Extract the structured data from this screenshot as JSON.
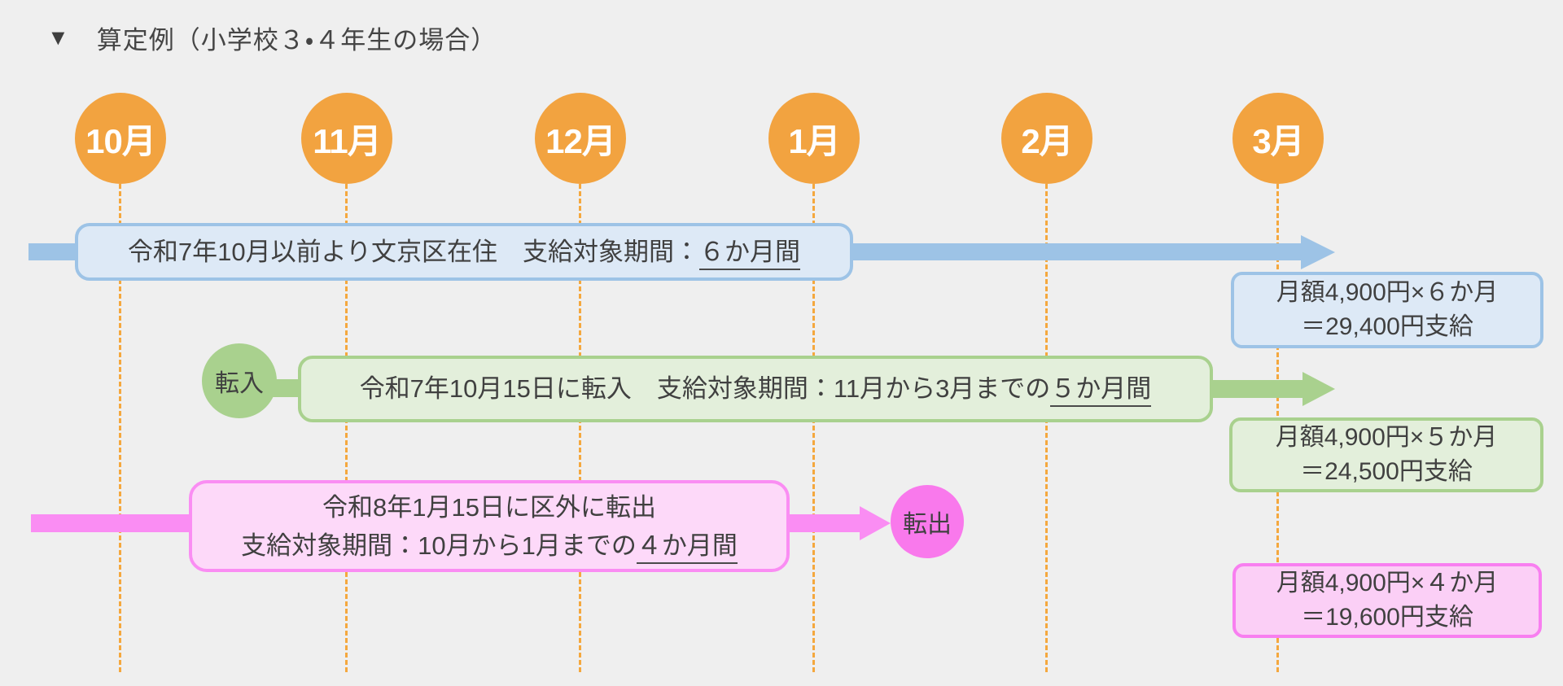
{
  "title": {
    "marker": "▼",
    "text": "算定例（小学校３・４年生の場合）"
  },
  "months": [
    "10月",
    "11月",
    "12月",
    "1月",
    "2月",
    "3月"
  ],
  "scenarios": {
    "resident": {
      "bar_text": "令和7年10月以前より文京区在住　支給対象期間：",
      "bar_text_underlined": "６か月間",
      "amount_line1": "月額4,900円×６か月",
      "amount_line2": "＝29,400円支給"
    },
    "move_in": {
      "badge": "転入",
      "bar_text": "令和7年10月15日に転入　支給対象期間：11月から3月までの",
      "bar_text_underlined": "５か月間",
      "amount_line1": "月額4,900円×５か月",
      "amount_line2": "＝24,500円支給"
    },
    "move_out": {
      "badge": "転出",
      "bar_line1": "令和8年1月15日に区外に転出",
      "bar_line2": "支給対象期間：10月から1月までの",
      "bar_line2_underlined": "４か月間",
      "amount_line1": "月額4,900円×４か月",
      "amount_line2": "＝19,600円支給"
    }
  },
  "colors": {
    "bg": "#EFEFEF",
    "text": "#404040",
    "orange": "#F2A340",
    "dash": "#F5A83E",
    "blue_strong": "#9DC3E6",
    "blue_fill": "#DDE9F6",
    "green_strong": "#A9D18E",
    "green_fill": "#E3EFDB",
    "pink_strong": "#FA8DF3",
    "pink_fill": "#FDD9F9",
    "pink_co_border": "#F87FF0",
    "pink_co_fill": "#FBCFF6",
    "pink_circle": "#F979EC"
  }
}
